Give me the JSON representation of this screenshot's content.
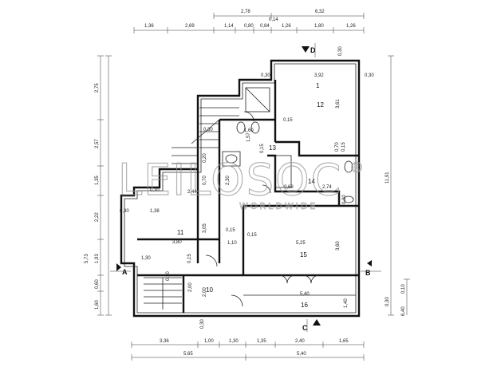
{
  "watermark": {
    "brand": "LEILOSOC",
    "mark": "®",
    "tagline": "WORLDWIDE"
  },
  "section_markers": {
    "a": "A",
    "b": "B",
    "c": "C",
    "d": "D"
  },
  "rooms": {
    "r10": "10",
    "r11": "11",
    "r12": "12",
    "r13": "13",
    "r14": "14",
    "r15": "15",
    "r16": "16",
    "r12b": "1"
  },
  "dims_top": {
    "overall_left": "2,78",
    "overall_right": "6,32",
    "d1": "1,36",
    "d2": "2,69",
    "d3": "1,14",
    "d4": "0,80",
    "d5": "0,84",
    "d6": "1,26",
    "d7": "1,80",
    "d8": "1,26",
    "d9": "0,14"
  },
  "dims_bottom": {
    "b1": "3,36",
    "b2": "1,00",
    "b3": "1,30",
    "b4": "1,35",
    "b5": "2,40",
    "b6": "1,65",
    "t1": "5,65",
    "t2": "5,40"
  },
  "dims_left": {
    "l1": "2,75",
    "l2": "2,57",
    "l3": "1,35",
    "l4": "2,22",
    "l5": "1,93",
    "l6": "0,60",
    "l7": "1,60",
    "l8": "5,73"
  },
  "dims_right": {
    "r1": "11,91",
    "r2": "0,10",
    "r3": "0,30",
    "r4": "6,40"
  },
  "dims_inner": {
    "i1": "0,30",
    "i2": "3,92",
    "i3": "0,30",
    "i4": "3,61",
    "i5": "0,15",
    "i6": "1,57",
    "i7": "1,60",
    "i8": "0,15",
    "i9": "0,70",
    "i10": "0,15",
    "i11": "0,20",
    "i12": "0,70",
    "i13": "2,44",
    "i14": "2,30",
    "i15": "0,68",
    "i16": "2,74",
    "i17": "0,30",
    "i18": "0,30",
    "i19": "1,38",
    "i20": "3,05",
    "i21": "0,15",
    "i22": "1,10",
    "i23": "3,80",
    "i24": "0,15",
    "i25": "0,15",
    "i26": "5,25",
    "i27": "3,60",
    "i28": "2,00",
    "i29": "2,00",
    "i30": "5,40",
    "i31": "1,40",
    "i32": "0,30",
    "i33": "0,30",
    "i34": "0,30",
    "i35": "0,30",
    "i36": "1,30",
    "i37": "0,30"
  }
}
